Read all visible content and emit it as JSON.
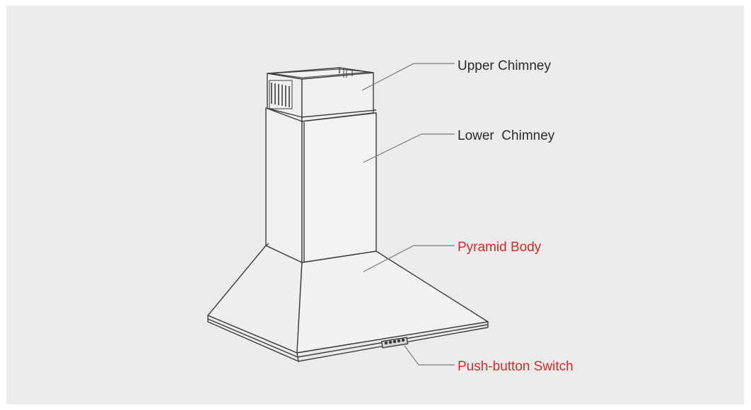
{
  "colors": {
    "background": "#ebebeb",
    "line": "#3c3c3c",
    "leader": "#7a7a7a",
    "label_default": "#2a2a2a",
    "label_highlight": "#d42a2a"
  },
  "labels": {
    "upper_chimney": {
      "text": "Upper Chimney",
      "color": "label_default"
    },
    "lower_chimney": {
      "text": "Lower  Chimney",
      "color": "label_default"
    },
    "pyramid_body": {
      "text": "Pyramid Body",
      "color": "label_highlight"
    },
    "push_button_switch": {
      "text": "Push-button Switch",
      "color": "label_highlight"
    }
  }
}
